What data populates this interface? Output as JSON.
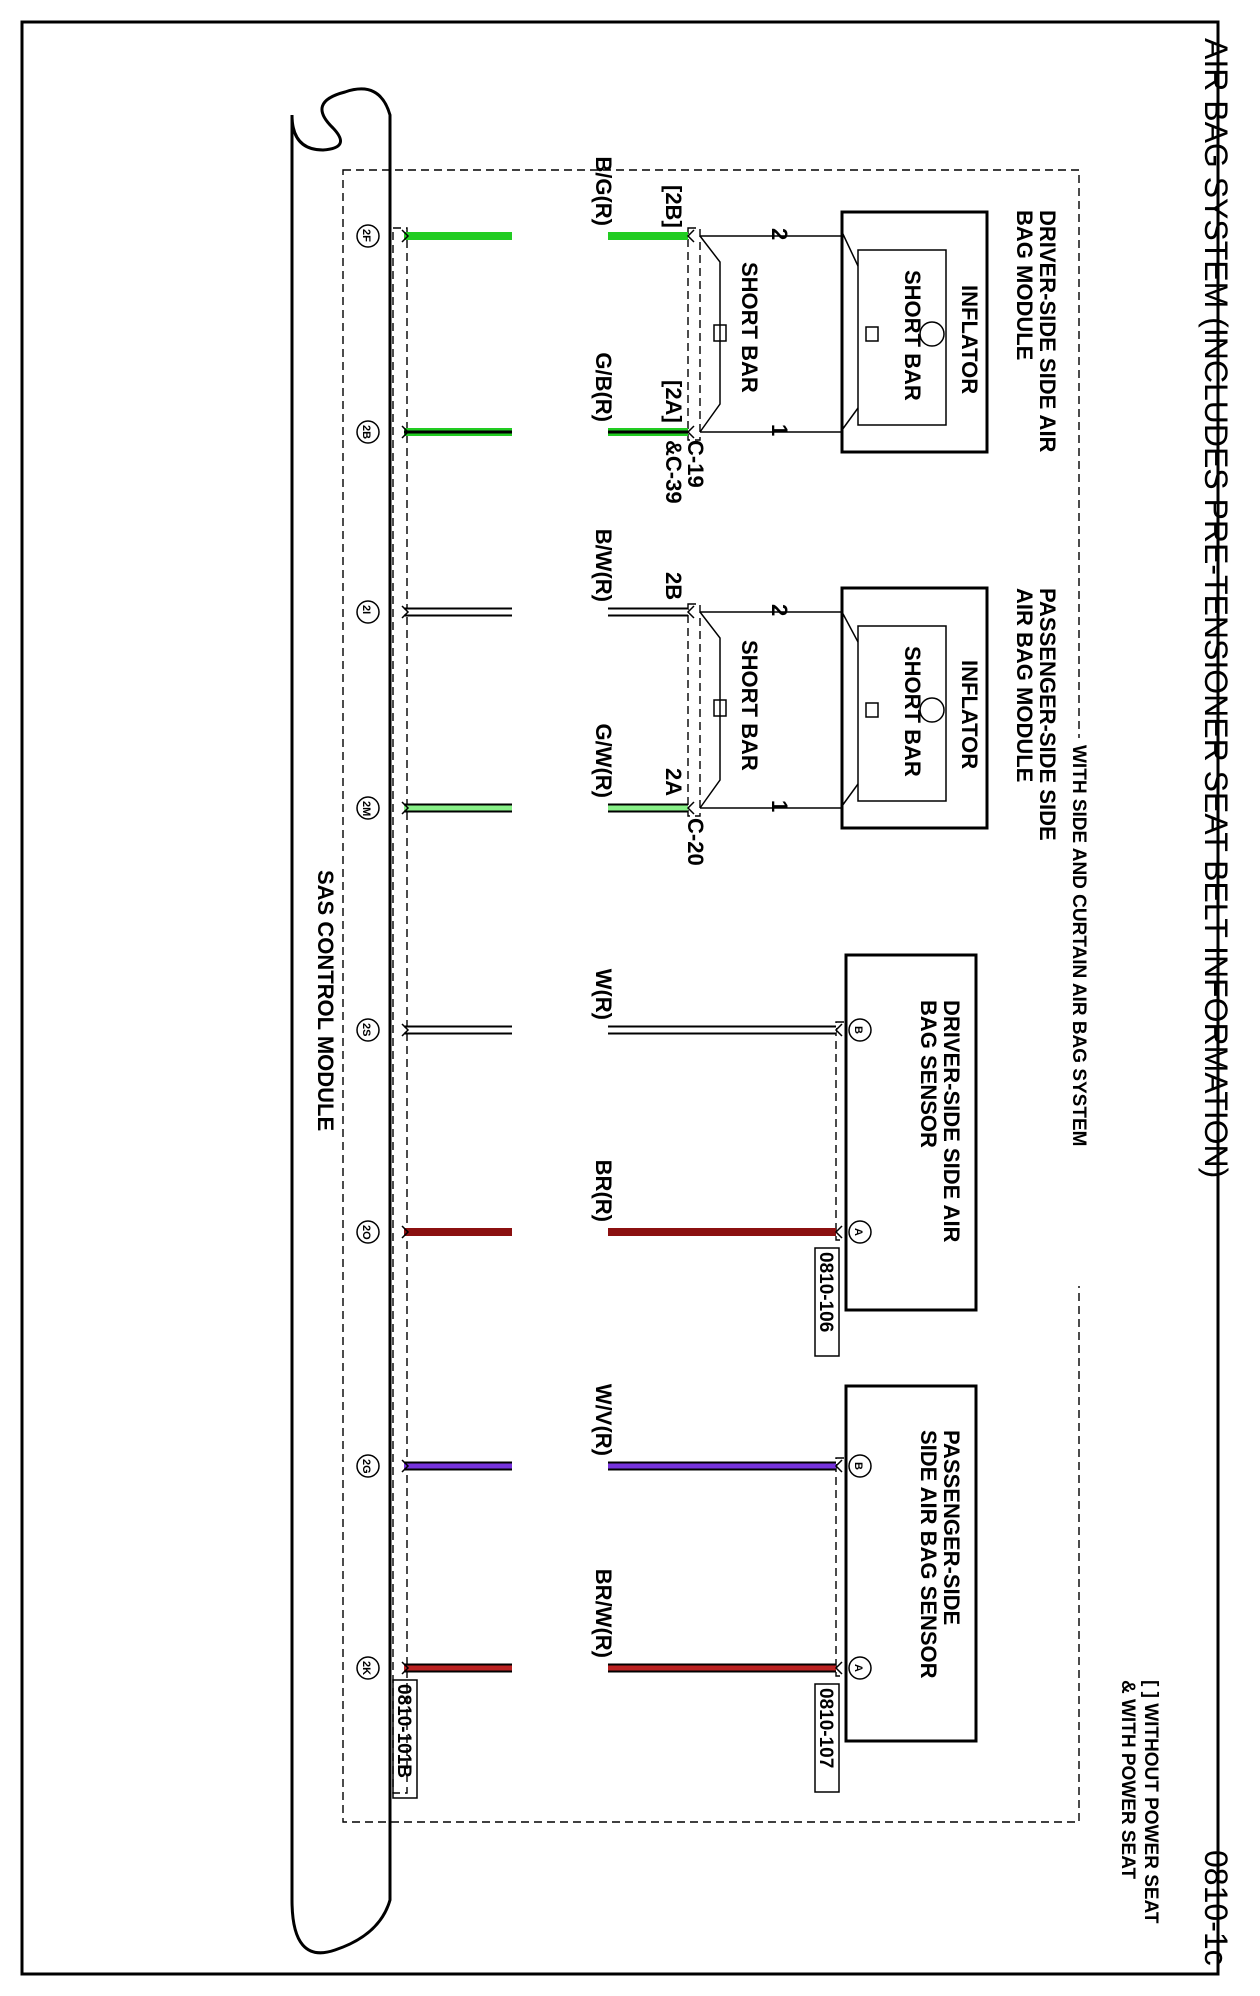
{
  "title": "AIR BAG SYSTEM (INCLUDES PRE-TENSIONER SEAT BELT INFORMATION)",
  "page_number": "0810-1c",
  "option_box_label": "WITH SIDE AND CURTAIN AIR BAG SYSTEM",
  "footnote_line1": "[ ] WITHOUT POWER SEAT",
  "footnote_line2": "& WITH POWER SEAT",
  "control_module": "SAS CONTROL MODULE",
  "module_ref": "0810-101B",
  "colors": {
    "green": "#22cc22",
    "light_green": "#88f088",
    "dark_red": "#8b1010",
    "violet": "#7733dd",
    "red_stripe": "#bb2222",
    "black": "#000000"
  },
  "components": [
    {
      "name_lines": [
        "DRIVER-SIDE SIDE AIR",
        "BAG MODULE"
      ],
      "inflator_label": "INFLATOR",
      "short_bar_inner": "SHORT BAR",
      "short_bar_outer": "SHORT BAR",
      "connector": [
        "C-19",
        "&C-39"
      ],
      "wires": [
        {
          "pin": "2",
          "conn_pin": "[2B]",
          "color": "B/G(R)",
          "ecu_pin": "2F",
          "fill_key": "green",
          "style": "solid"
        },
        {
          "pin": "1",
          "conn_pin": "[2A]",
          "color": "G/B(R)",
          "ecu_pin": "2B",
          "fill_key": "green",
          "style": "solid-dark"
        }
      ]
    },
    {
      "name_lines": [
        "PASSENGER-SIDE SIDE",
        "AIR BAG MODULE"
      ],
      "inflator_label": "INFLATOR",
      "short_bar_inner": "SHORT BAR",
      "short_bar_outer": "SHORT BAR",
      "connector": [
        "C-20"
      ],
      "wires": [
        {
          "pin": "2",
          "conn_pin": "2B",
          "color": "B/W(R)",
          "ecu_pin": "2I",
          "fill_key": "black",
          "style": "outline"
        },
        {
          "pin": "1",
          "conn_pin": "2A",
          "color": "G/W(R)",
          "ecu_pin": "2M",
          "fill_key": "light_green",
          "style": "outline"
        }
      ]
    },
    {
      "name_lines": [
        "DRIVER-SIDE SIDE AIR",
        "BAG SENSOR"
      ],
      "ref": "0810-106",
      "wires": [
        {
          "pin": "B",
          "color": "W(R)",
          "ecu_pin": "2S",
          "fill_key": "black",
          "style": "outline"
        },
        {
          "pin": "A",
          "color": "BR(R)",
          "ecu_pin": "2O",
          "fill_key": "dark_red",
          "style": "solid"
        }
      ]
    },
    {
      "name_lines": [
        "PASSENGER-SIDE",
        "SIDE AIR BAG SENSOR"
      ],
      "ref": "0810-107",
      "wires": [
        {
          "pin": "B",
          "color": "W/V(R)",
          "ecu_pin": "2G",
          "fill_key": "violet",
          "style": "outline"
        },
        {
          "pin": "A",
          "color": "BR/W(R)",
          "ecu_pin": "2K",
          "fill_key": "red_stripe",
          "style": "outline"
        }
      ]
    }
  ]
}
